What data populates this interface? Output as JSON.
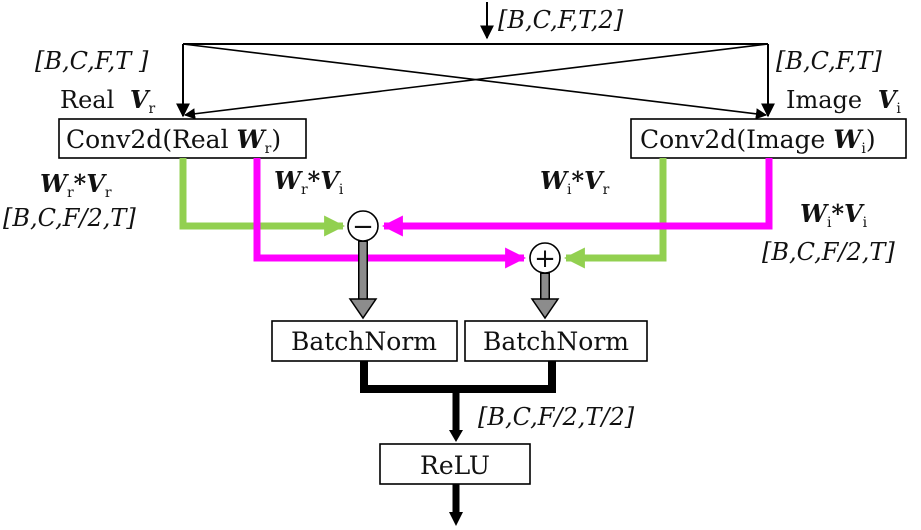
{
  "input_shape": "[B,C,F,T,2]",
  "left_input": {
    "shape": "[B,C,F,T ]",
    "name": "Real",
    "var": "V",
    "sub": "r"
  },
  "right_input": {
    "shape": "[B,C,F,T]",
    "name": "Image",
    "var": "V",
    "sub": "i"
  },
  "conv_real": {
    "label": "Conv2d(Real ",
    "var": "W",
    "sub": "r",
    "close": ")"
  },
  "conv_imag": {
    "label": "Conv2d(Image ",
    "var": "W",
    "sub": "i",
    "close": ")"
  },
  "products": {
    "wr_vr": {
      "a": "W",
      "as": "r",
      "op": "*",
      "b": "V",
      "bs": "r",
      "shape": "[B,C,F/2,T]"
    },
    "wr_vi": {
      "a": "W",
      "as": "r",
      "op": "*",
      "b": "V",
      "bs": "i"
    },
    "wi_vr": {
      "a": "W",
      "as": "i",
      "op": "*",
      "b": "V",
      "bs": "r"
    },
    "wi_vi": {
      "a": "W",
      "as": "i",
      "op": "*",
      "b": "V",
      "bs": "i",
      "shape": "[B,C,F/2,T]"
    }
  },
  "ops": {
    "minus": "−",
    "plus": "+"
  },
  "batchnorm_left": "BatchNorm",
  "batchnorm_right": "BatchNorm",
  "output_shape": "[B,C,F/2,T/2]",
  "relu": "ReLU",
  "colors": {
    "green": "#92d050",
    "magenta": "#ff00ff",
    "gray": "#8c8c8c",
    "black": "#000000"
  }
}
